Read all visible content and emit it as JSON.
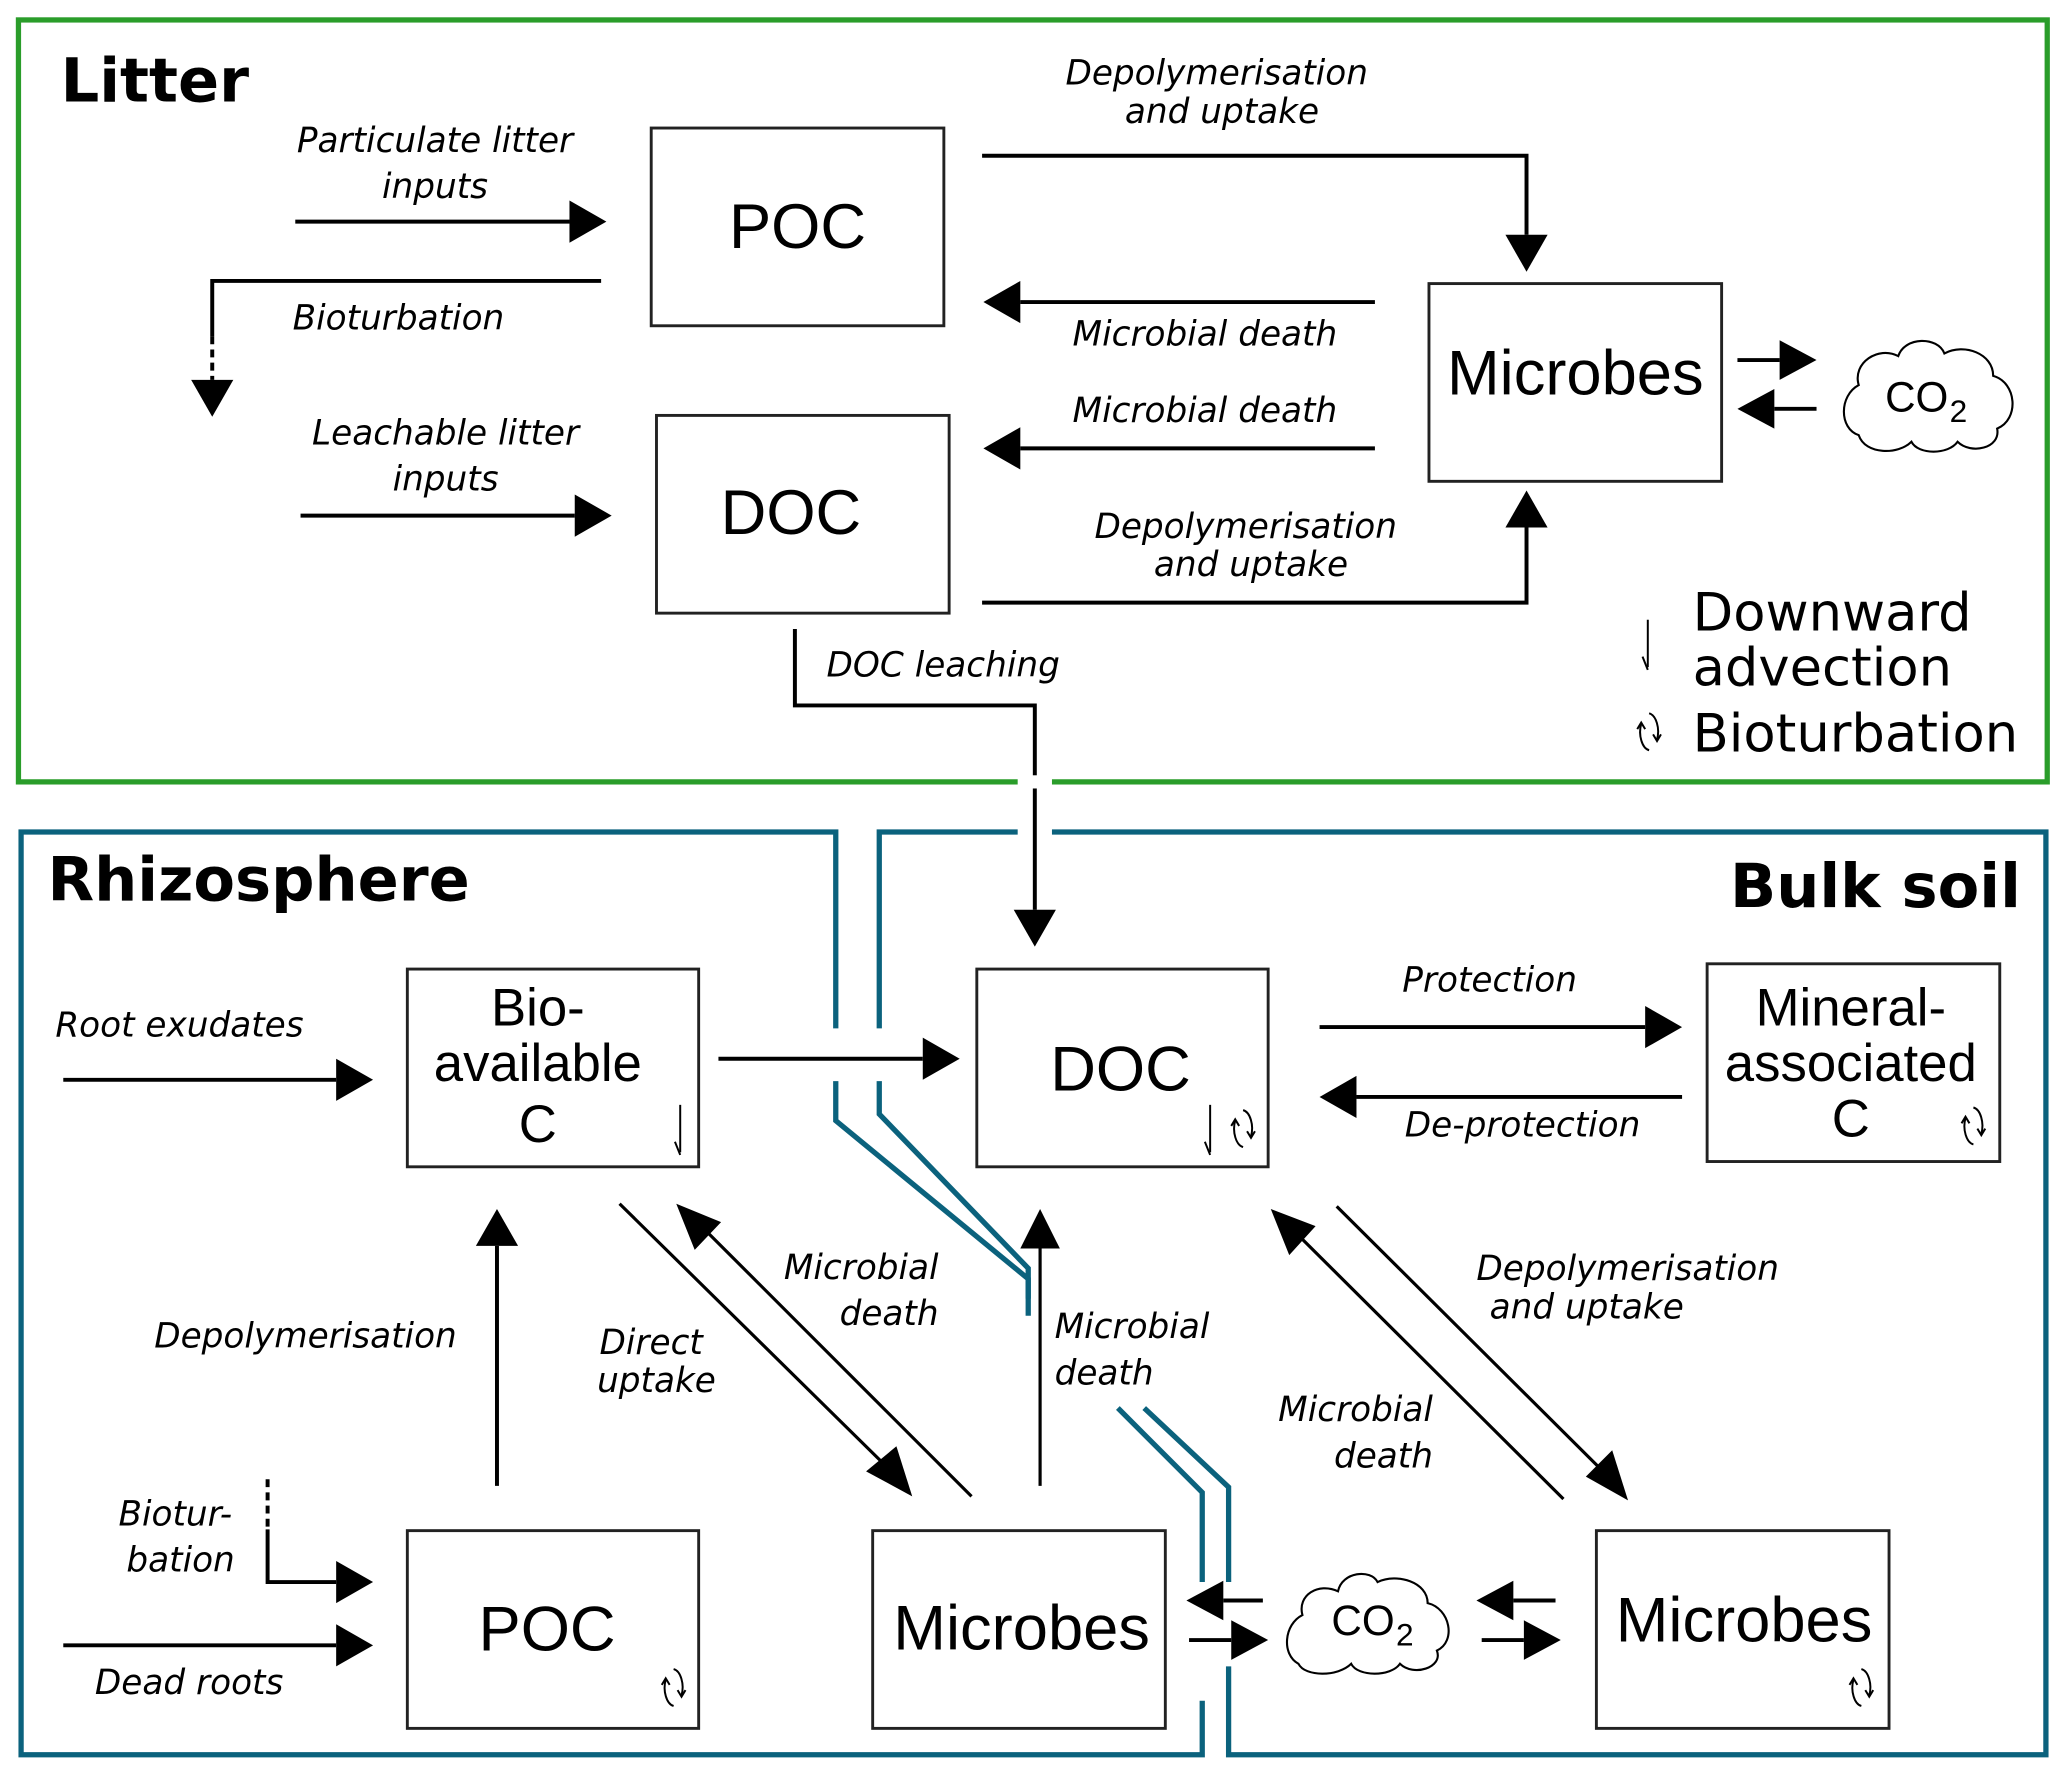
{
  "sections": {
    "litter": "Litter",
    "rhizosphere": "Rhizosphere",
    "bulk_soil": "Bulk soil"
  },
  "colors": {
    "litter_border": "#2a9d2a",
    "soil_border": "#0b627d"
  },
  "litter": {
    "poc": "POC",
    "doc": "DOC",
    "microbes": "Microbes",
    "co2": "CO",
    "co2_sub": "2",
    "particulate_inputs": [
      "Particulate litter",
      "inputs"
    ],
    "bioturbation": "Bioturbation",
    "leachable_inputs": [
      "Leachable litter",
      "inputs"
    ],
    "depoly_uptake_top": [
      "Depolymerisation",
      "and uptake"
    ],
    "microbial_death_1": "Microbial death",
    "microbial_death_2": "Microbial death",
    "depoly_uptake_bottom": [
      "Depolymerisation",
      "and uptake"
    ],
    "doc_leaching": "DOC leaching"
  },
  "legend": {
    "downward_advection": [
      "Downward",
      "advection"
    ],
    "bioturbation": "Bioturbation",
    "downward_icon": "downward-advection-icon",
    "bioturbation_icon": "bioturbation-icon"
  },
  "rhizosphere": {
    "bioavailable_c": [
      "Bio-",
      "available",
      "C"
    ],
    "poc": "POC",
    "microbes": "Microbes",
    "root_exudates": "Root exudates",
    "depolymerisation": "Depolymerisation",
    "bioturbation": [
      "Biotur-",
      "bation"
    ],
    "dead_roots": "Dead roots",
    "direct_uptake": [
      "Direct",
      "uptake"
    ],
    "microbial_death": [
      "Microbial",
      "death"
    ]
  },
  "bulk_soil": {
    "doc": "DOC",
    "mineral_associated_c": [
      "Mineral-",
      "associated",
      "C"
    ],
    "microbes": "Microbes",
    "co2": "CO",
    "co2_sub": "2",
    "protection": "Protection",
    "de_protection": "De-protection",
    "microbial_death_left": [
      "Microbial",
      "death"
    ],
    "microbial_death_right": [
      "Microbial",
      "death"
    ],
    "depoly_uptake": [
      "Depolymerisation",
      "and uptake"
    ]
  }
}
